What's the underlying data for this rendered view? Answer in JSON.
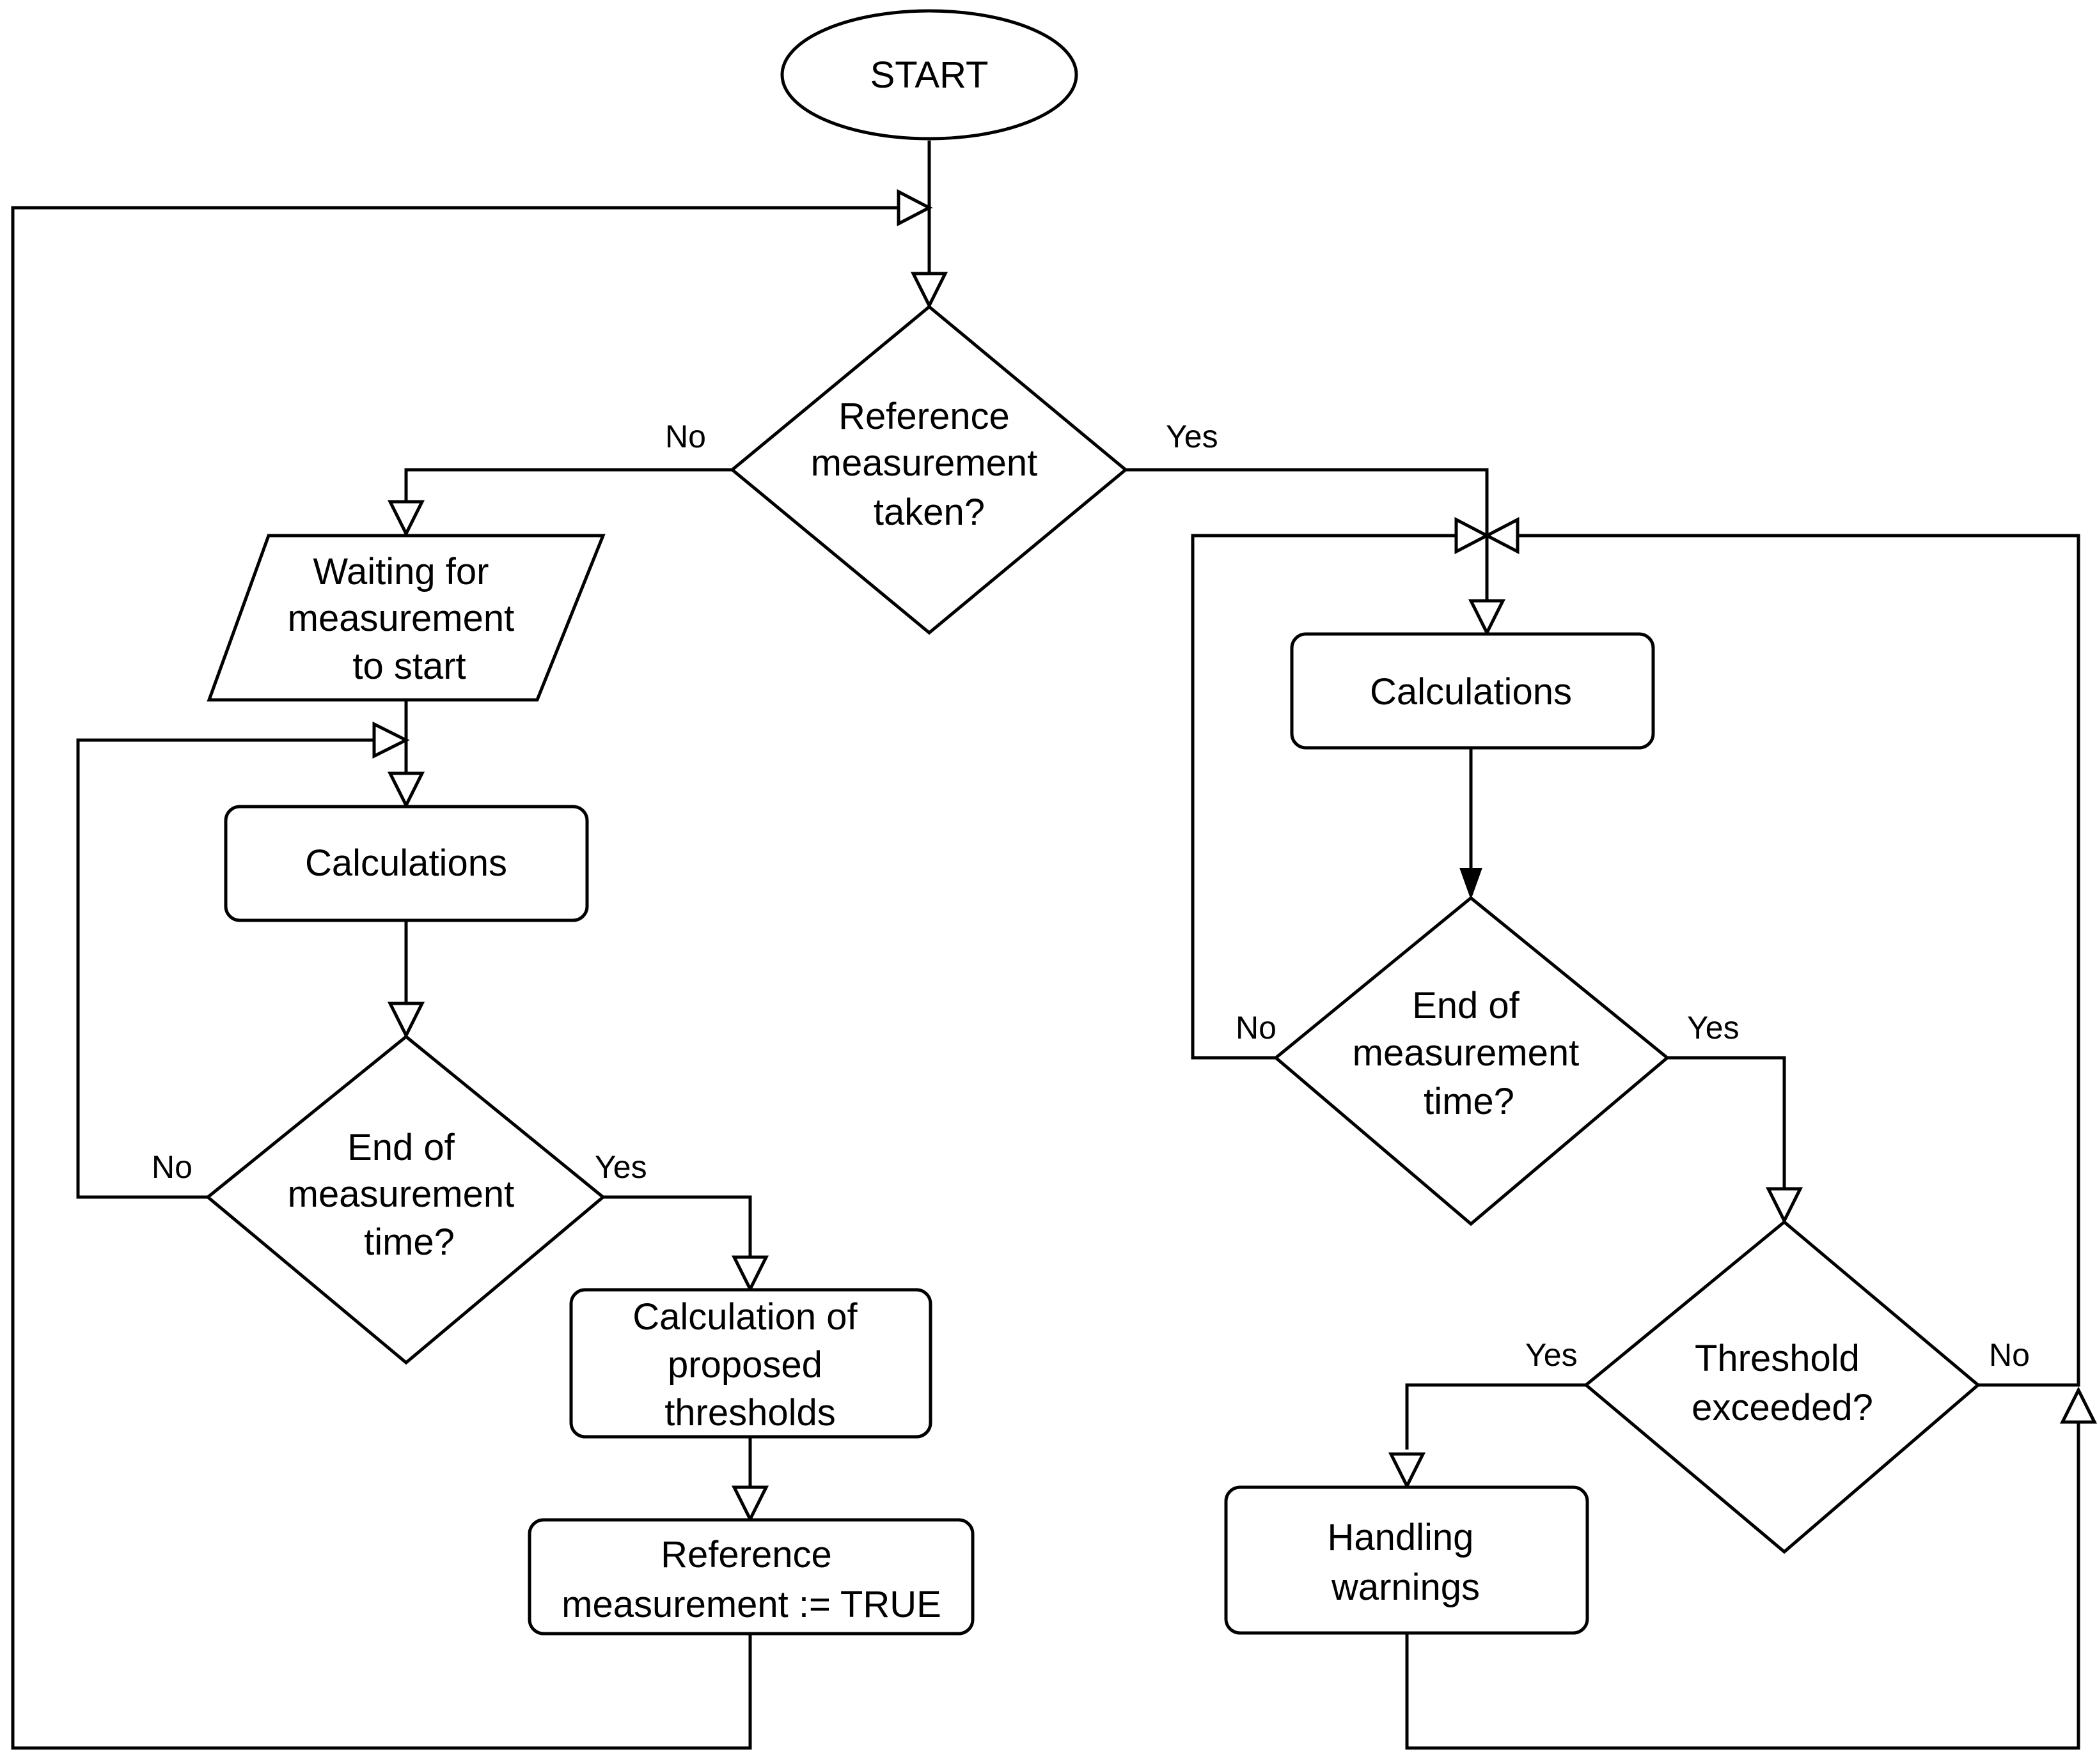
{
  "nodes": {
    "start": [
      "START"
    ],
    "ref_decision": [
      "Reference",
      "measurement",
      "taken?"
    ],
    "waiting": [
      "Waiting for",
      "measurement",
      "to start"
    ],
    "calc_left": [
      "Calculations"
    ],
    "end_left": [
      "End of",
      "measurement",
      "time?"
    ],
    "calc_thresholds": [
      "Calculation of",
      "proposed",
      "thresholds"
    ],
    "set_ref": [
      "Reference",
      "measurement := TRUE"
    ],
    "calc_right": [
      "Calculations"
    ],
    "end_right": [
      "End of",
      "measurement",
      "time?"
    ],
    "threshold_decision": [
      "Threshold",
      "exceeded?"
    ],
    "handling": [
      "Handling",
      "warnings"
    ]
  },
  "edge_labels": {
    "ref_no": "No",
    "ref_yes": "Yes",
    "end_left_no": "No",
    "end_left_yes": "Yes",
    "end_right_no": "No",
    "end_right_yes": "Yes",
    "threshold_yes": "Yes",
    "threshold_no": "No"
  }
}
